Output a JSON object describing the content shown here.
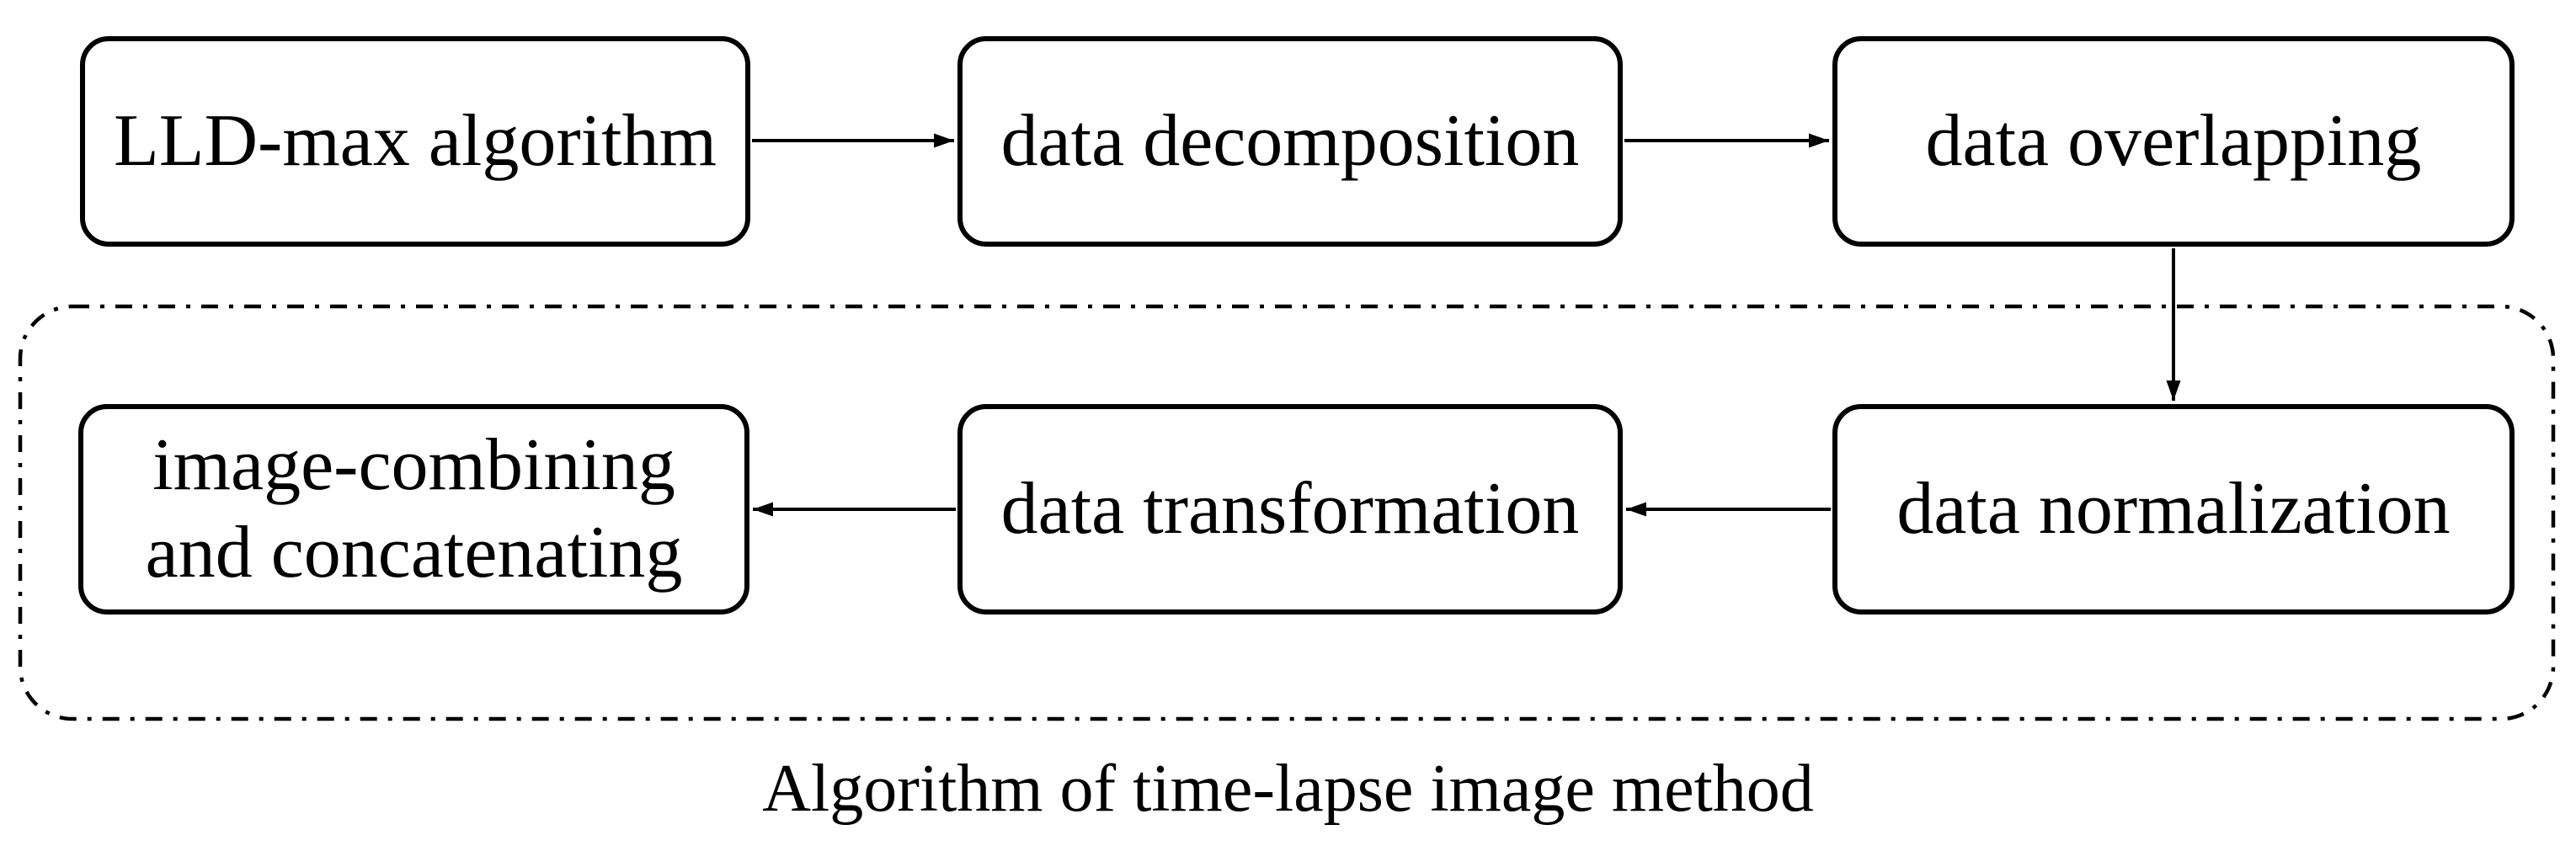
{
  "diagram": {
    "caption": "Algorithm of time-lapse image method",
    "colors": {
      "stroke": "#000000",
      "text": "#000000",
      "background": "#ffffff"
    },
    "nodes": [
      {
        "id": "lld-max-algorithm",
        "label": "LLD-max algorithm"
      },
      {
        "id": "data-decomposition",
        "label": "data decomposition"
      },
      {
        "id": "data-overlapping",
        "label": "data overlapping"
      },
      {
        "id": "data-normalization",
        "label": "data normalization"
      },
      {
        "id": "data-transformation",
        "label": "data transformation"
      },
      {
        "id": "image-combining-and-concatenating",
        "label": "image-combining and concatenating",
        "line1": "image-combining",
        "line2": "and concatenating"
      }
    ],
    "edges": [
      {
        "from": "lld-max-algorithm",
        "to": "data-decomposition",
        "direction": "right"
      },
      {
        "from": "data-decomposition",
        "to": "data-overlapping",
        "direction": "right"
      },
      {
        "from": "data-overlapping",
        "to": "data-normalization",
        "direction": "down"
      },
      {
        "from": "data-normalization",
        "to": "data-transformation",
        "direction": "left"
      },
      {
        "from": "data-transformation",
        "to": "image-combining-and-concatenating",
        "direction": "left"
      }
    ],
    "boundary": {
      "style": "dash-dot rounded rectangle",
      "encloses": [
        "data-normalization",
        "data-transformation",
        "image-combining-and-concatenating"
      ]
    }
  }
}
